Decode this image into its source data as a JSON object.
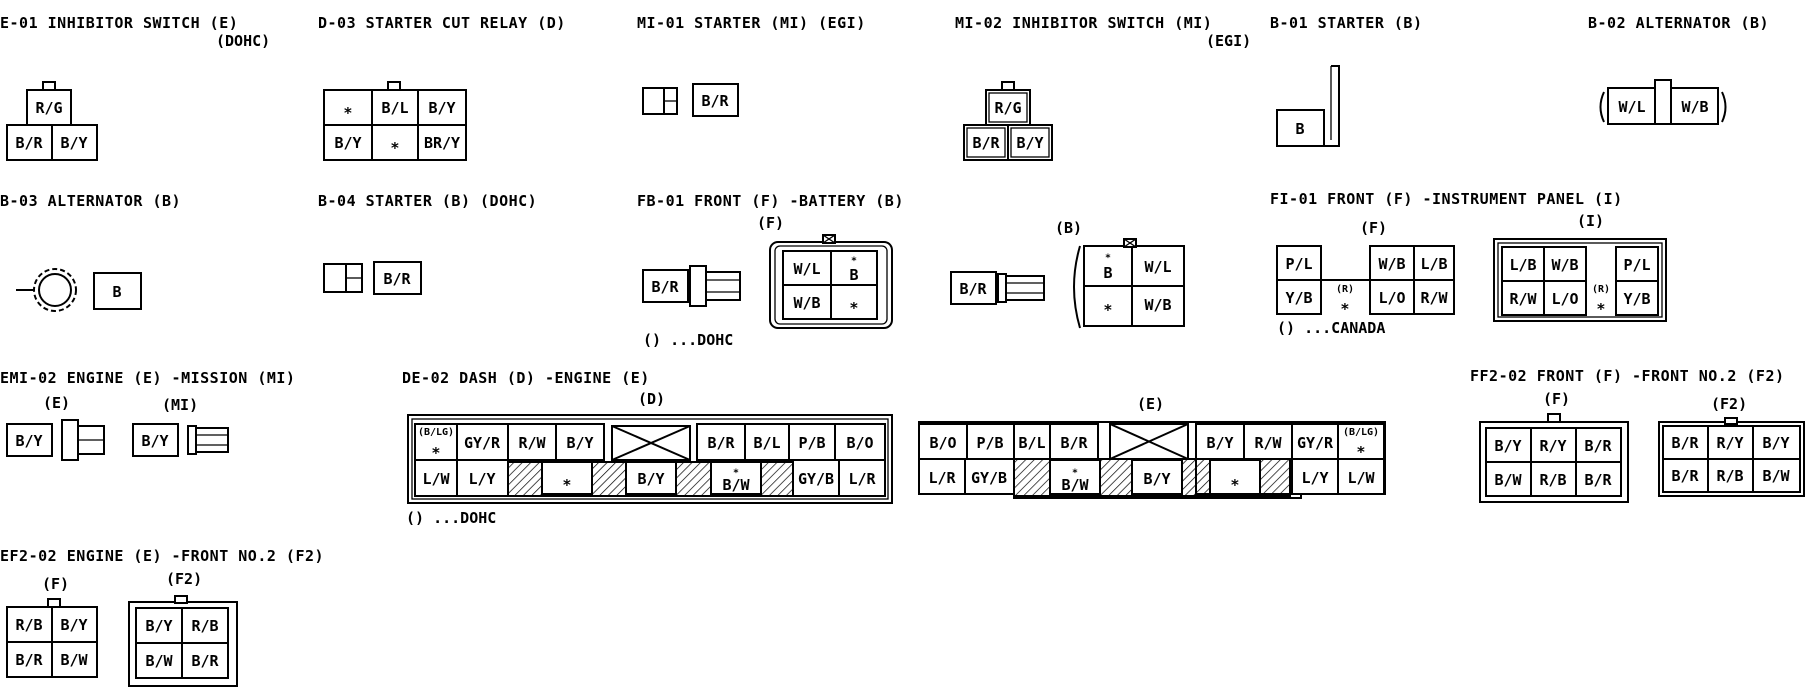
{
  "titles": {
    "e01": "E-01 INHIBITOR SWITCH (E)",
    "e01_sub": "(DOHC)",
    "d03": "D-03 STARTER CUT RELAY (D)",
    "mi01": "MI-01 STARTER (MI) (EGI)",
    "mi02": "MI-02 INHIBITOR SWITCH (MI)",
    "mi02_sub": "(EGI)",
    "b01": "B-01 STARTER (B)",
    "b02": "B-02 ALTERNATOR (B)",
    "b03": "B-03 ALTERNATOR (B)",
    "b04": "B-04 STARTER (B) (DOHC)",
    "fb01": "FB-01 FRONT (F) -BATTERY (B)",
    "fi01": "FI-01 FRONT (F) -INSTRUMENT PANEL (I)",
    "emi02": "EMI-02 ENGINE (E) -MISSION (MI)",
    "de02": "DE-02 DASH (D) -ENGINE (E)",
    "ff202": "FF2-02 FRONT (F) -FRONT NO.2 (F2)",
    "ef202": "EF2-02 ENGINE (E) -FRONT NO.2 (F2)"
  },
  "side_labels": {
    "F": "(F)",
    "B": "(B)",
    "I": "(I)",
    "E": "(E)",
    "MI": "(MI)",
    "D": "(D)",
    "F2": "(F2)"
  },
  "notes": {
    "dohc": "() ...DOHC",
    "canada": "() ...CANADA"
  },
  "wires": {
    "star": "∗",
    "R_G": "R/G",
    "B_R": "B/R",
    "B_Y": "B/Y",
    "B_L": "B/L",
    "BR_Y": "BR/Y",
    "B": "B",
    "W_L": "W/L",
    "W_B": "W/B",
    "P_L": "P/L",
    "L_B": "L/B",
    "Y_B": "Y/B",
    "L_O": "L/O",
    "R_W": "R/W",
    "R_note": "(R)",
    "B_LG": "(B/LG)",
    "GY_R": "GY/R",
    "P_B": "P/B",
    "B_O": "B/O",
    "L_W": "L/W",
    "L_Y": "L/Y",
    "B_W": "B/W",
    "GY_B": "GY/B",
    "L_R": "L/R",
    "B_note": "(B)",
    "R_Y": "R/Y",
    "R_B": "R/B"
  }
}
